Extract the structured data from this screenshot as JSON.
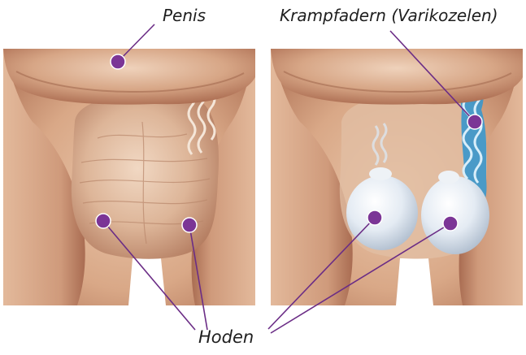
{
  "labels": {
    "penis": "Penis",
    "varicocele": "Krampfadern (Varikozelen)",
    "testes": "Hoden"
  },
  "colors": {
    "leader": "#6b2d86",
    "marker": "#7b3596",
    "skin_light": "#e8c3a5",
    "skin_mid": "#c98d6c",
    "skin_dark": "#9b5e46",
    "testis": "#dfe8f2",
    "vein": "#4fa9d6"
  },
  "panels": [
    "normal",
    "varicocele"
  ]
}
